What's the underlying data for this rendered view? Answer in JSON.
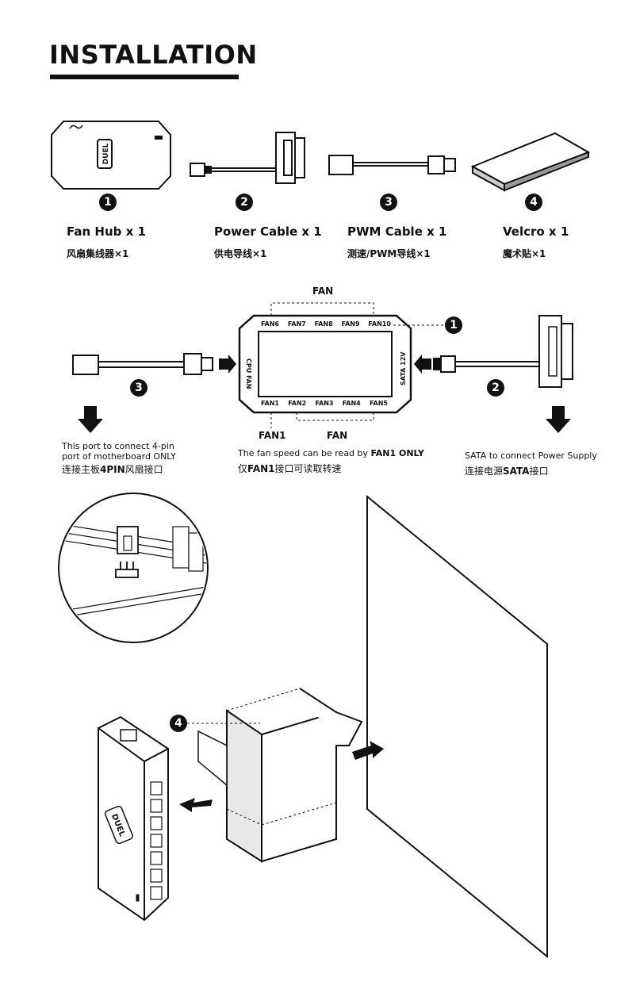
{
  "title": "INSTALLATION",
  "parts": [
    {
      "number": "1",
      "name": "Fan Hub x 1",
      "name_cn": "风扇集线器×1"
    },
    {
      "number": "2",
      "name": "Power Cable x 1",
      "name_cn": "供电导线×1"
    },
    {
      "number": "3",
      "name": "PWM Cable x 1",
      "name_cn": "测速/PWM导线×1"
    },
    {
      "number": "4",
      "name": "Velcro x 1",
      "name_cn": "魔术贴×1"
    }
  ],
  "hub_diagram": {
    "fan_top_label": "FAN",
    "top_ports": [
      "FAN6",
      "FAN7",
      "FAN8",
      "FAN9",
      "FAN10"
    ],
    "bottom_ports": [
      "FAN1",
      "FAN2",
      "FAN3",
      "FAN4",
      "FAN5"
    ],
    "left_port": "CPU FAN",
    "right_port": "SATA 12V",
    "fan1_label": "FAN1",
    "fan_bottom_label": "FAN",
    "callout_hub": "1",
    "callout_pwm": "3",
    "callout_power": "2"
  },
  "notes": {
    "left_line1": "This port to connect 4-pin",
    "left_line2": "port of motherboard ONLY",
    "left_cn_pre": "连接主板",
    "left_cn_bold": "4PIN",
    "left_cn_post": "风扇接口",
    "center_pre": "The fan speed can be read by ",
    "center_bold": "FAN1 ONLY",
    "center_cn_pre": "仅",
    "center_cn_bold": "FAN1",
    "center_cn_post": "接口可读取转速",
    "right_line1": "SATA to connect Power Supply",
    "right_cn_pre": "连接电源",
    "right_cn_bold": "SATA",
    "right_cn_post": "接口"
  },
  "velcro_callout": "4"
}
